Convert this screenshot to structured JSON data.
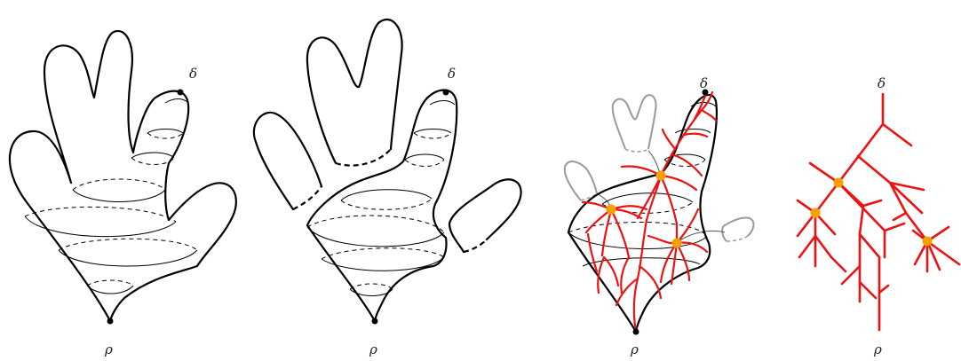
{
  "panels": [
    {
      "id": "surface",
      "top_label": "δ",
      "bottom_label": "ρ"
    },
    {
      "id": "cut-surface",
      "top_label": "δ",
      "bottom_label": "ρ"
    },
    {
      "id": "surface-with-tree",
      "top_label": "δ",
      "bottom_label": "ρ"
    },
    {
      "id": "tree",
      "top_label": "δ",
      "bottom_label": "ρ"
    }
  ],
  "colors": {
    "outline": "#000000",
    "tree_branch": "#ee1111",
    "branch_node": "#f7a100",
    "detached_piece": "#9a9a9a"
  }
}
